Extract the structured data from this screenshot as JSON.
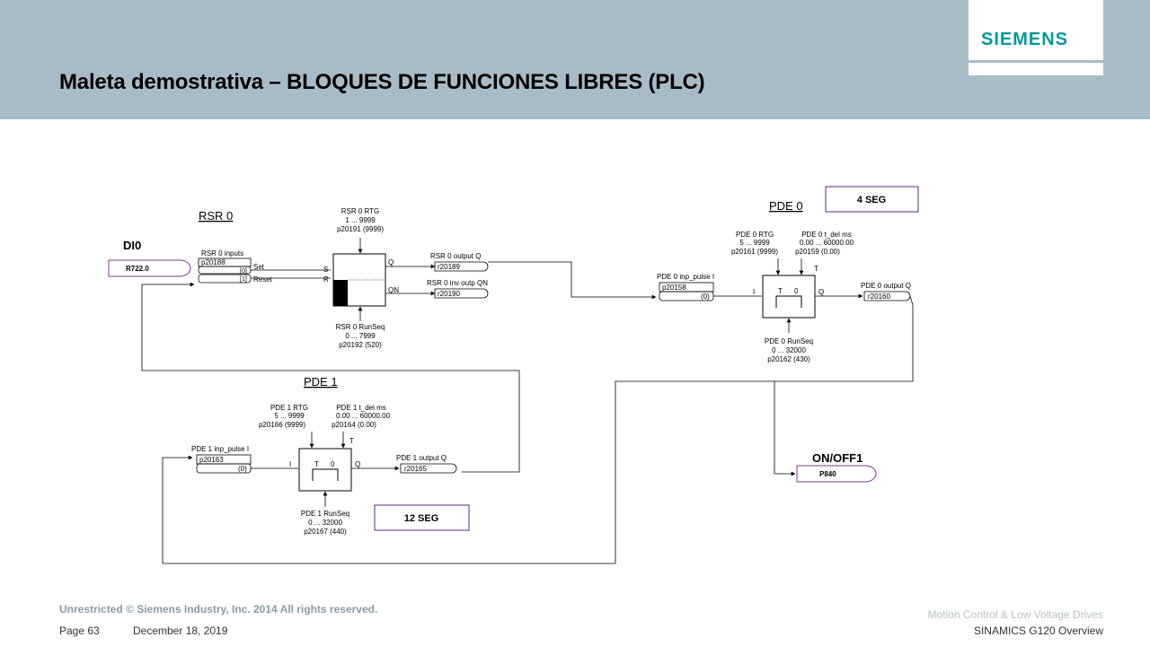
{
  "header": {
    "title": "Maleta demostrativa – BLOQUES DE FUNCIONES LIBRES (PLC)",
    "logo": "SIEMENS"
  },
  "diagram": {
    "di0_label": "DI0",
    "r7220": "R722.0",
    "on_off1": "ON/OFF1",
    "p840": "P840",
    "seg4": "4 SEG",
    "seg12": "12 SEG",
    "rsr0": {
      "title": "RSR 0",
      "inputs_label": "RSR 0 inputs",
      "inputs_param": "p20188",
      "idx0": "[0]",
      "idx1": "[1]",
      "set_label": "Set",
      "reset_label": "Reset",
      "s": "S",
      "r": "R",
      "q": "Q",
      "qn": "QN",
      "rtg_line1": "RSR 0 RTG",
      "rtg_line2": "1 ... 9999",
      "rtg_line3": "p20191 (9999)",
      "runseq_line1": "RSR 0 RunSeq",
      "runseq_line2": "0 ... 7999",
      "runseq_line3": "p20192 (520)",
      "output_q_label": "RSR 0 output Q",
      "output_q_param": "r20189",
      "inv_q_label": "RSR 0 inv outp QN",
      "inv_q_param": "r20190"
    },
    "pde0": {
      "title": "PDE 0",
      "rtg_line1": "PDE 0 RTG",
      "rtg_line2": "5 ... 9999",
      "rtg_line3": "p20161 (9999)",
      "tdel_line1": "PDE 0 t_del ms",
      "tdel_line2": "0.00 ... 60000.00",
      "tdel_line3": "p20159 (0.00)",
      "t": "T",
      "inp_label": "PDE 0 inp_pulse I",
      "inp_param": "p20158",
      "inp_default": "(0)",
      "i": "I",
      "q": "Q",
      "block_t": "T",
      "block_0": "0",
      "output_label": "PDE 0 output Q",
      "output_param": "r20160",
      "runseq_line1": "PDE 0 RunSeq",
      "runseq_line2": "0 ... 32000",
      "runseq_line3": "p20162 (430)"
    },
    "pde1": {
      "title": "PDE 1",
      "rtg_line1": "PDE 1 RTG",
      "rtg_line2": "5 ... 9999",
      "rtg_line3": "p20166 (9999)",
      "tdel_line1": "PDE 1 t_del ms",
      "tdel_line2": "0.00 ... 60000.00",
      "tdel_line3": "p20164 (0.00)",
      "t": "T",
      "inp_label": "PDE 1 inp_pulse I",
      "inp_param": "p20163",
      "inp_default": "(0)",
      "i": "I",
      "q": "Q",
      "block_t": "T",
      "block_0": "0",
      "output_label": "PDE 1 output Q",
      "output_param": "r20165",
      "runseq_line1": "PDE 1 RunSeq",
      "runseq_line2": "0 ... 32000",
      "runseq_line3": "p20167 (440)"
    }
  },
  "footer": {
    "unrestricted": "Unrestricted © Siemens Industry, Inc. 2014 All rights reserved.",
    "page": "Page 63",
    "date": "December 18, 2019",
    "division": "Motion Control & Low Voltage Drives",
    "product": "SINAMICS G120 Overview"
  },
  "colors": {
    "header_bg": "#aabbc8",
    "siemens_teal": "#009999",
    "connector_purple": "#7a3a8c",
    "box_border": "#5c2a82"
  }
}
